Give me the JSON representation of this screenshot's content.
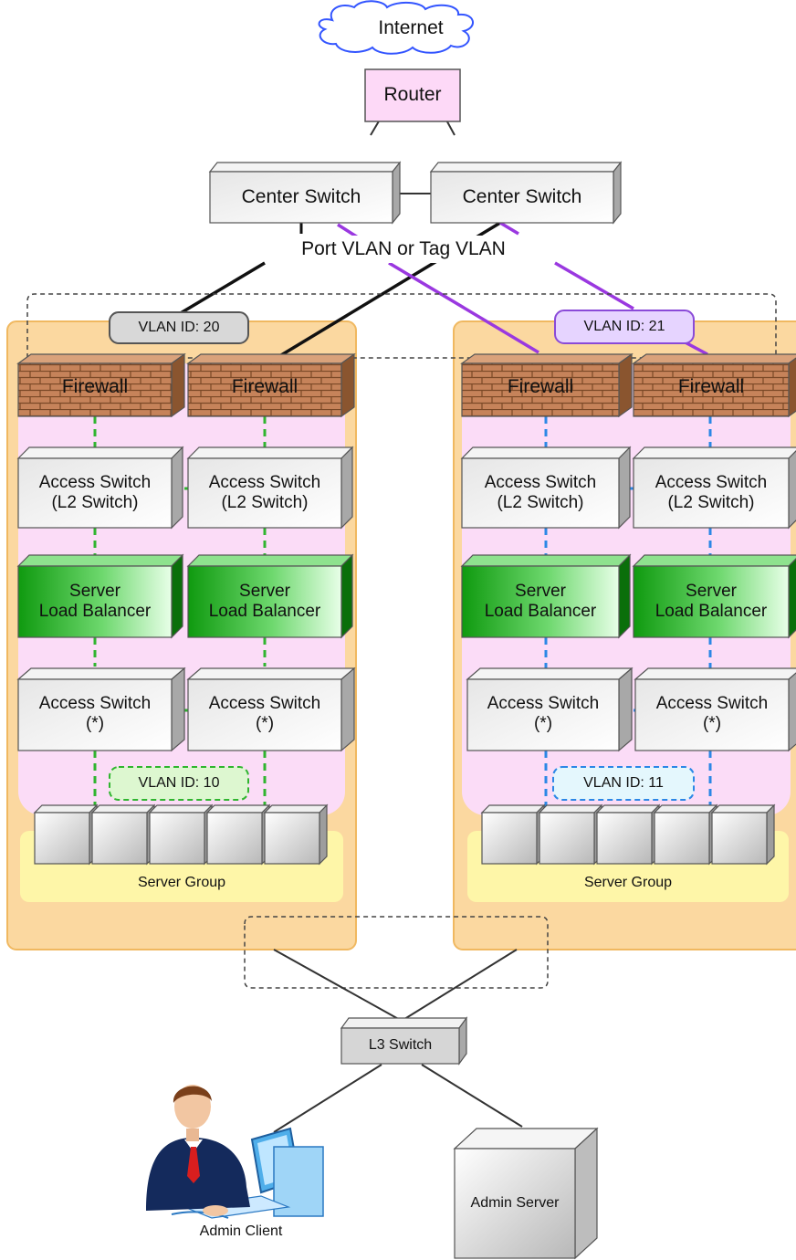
{
  "colors": {
    "segment_fill": "#fbd8a0",
    "segment_stroke": "#f0b860",
    "pink_zone": "#fbdcf7",
    "server_zone": "#fef6a8",
    "router_fill": "#fdd9f7",
    "firewall_brick": "#c6835a",
    "balancer_green": "#13a713",
    "vlan_black": "#111111",
    "vlan_purple": "#9a38e0",
    "vlan10_green": "#2fb52f",
    "vlan11_blue": "#2b87e6",
    "tag20_fill": "#d8d8d8",
    "tag21_fill": "#e6d4ff",
    "tag10_fill": "#ddf7d0",
    "tag11_fill": "#e4f7fd"
  },
  "icons": {
    "internet": "cloud-icon",
    "switch": "box-3d-icon",
    "firewall": "brick-wall-icon",
    "server": "server-box-icon",
    "admin_client": "person-at-computer-icon"
  },
  "internet": "Internet",
  "router": "Router",
  "center_switch_left": "Center Switch",
  "center_switch_right": "Center Switch",
  "port_vlan": "Port VLAN or Tag VLAN",
  "segments": [
    {
      "vlan_tag": "VLAN ID: 20",
      "firewalls": [
        "Firewall",
        "Firewall"
      ],
      "access_l2": [
        [
          "Access Switch",
          "(L2 Switch)"
        ],
        [
          "Access Switch",
          "(L2 Switch)"
        ]
      ],
      "balancers": [
        [
          "Server",
          "Load Balancer"
        ],
        [
          "Server",
          "Load Balancer"
        ]
      ],
      "access_lower": [
        [
          "Access Switch",
          "(*)"
        ],
        [
          "Access Switch",
          "(*)"
        ]
      ],
      "server_vlan_tag": "VLAN ID: 10",
      "server_group": "Server Group"
    },
    {
      "vlan_tag": "VLAN ID: 21",
      "firewalls": [
        "Firewall",
        "Firewall"
      ],
      "access_l2": [
        [
          "Access Switch",
          "(L2 Switch)"
        ],
        [
          "Access Switch",
          "(L2 Switch)"
        ]
      ],
      "balancers": [
        [
          "Server",
          "Load Balancer"
        ],
        [
          "Server",
          "Load Balancer"
        ]
      ],
      "access_lower": [
        [
          "Access Switch",
          "(*)"
        ],
        [
          "Access Switch",
          "(*)"
        ]
      ],
      "server_vlan_tag": "VLAN ID: 11",
      "server_group": "Server Group"
    }
  ],
  "l3_switch": "L3 Switch",
  "admin_client": "Admin Client",
  "admin_server": "Admin Server"
}
